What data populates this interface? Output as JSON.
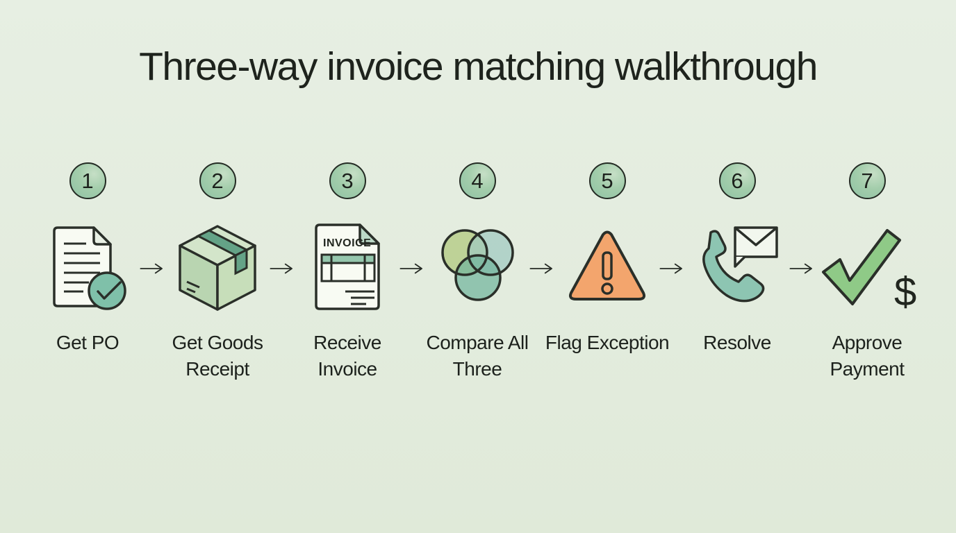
{
  "title": "Three-way invoice matching walkthrough",
  "steps": [
    {
      "number": "1",
      "label": "Get PO",
      "icon": "po-document-with-check"
    },
    {
      "number": "2",
      "label": "Get Goods Receipt",
      "icon": "goods-box"
    },
    {
      "number": "3",
      "label": "Receive Invoice",
      "icon": "invoice-document"
    },
    {
      "number": "4",
      "label": "Compare All Three",
      "icon": "venn-three-circles"
    },
    {
      "number": "5",
      "label": "Flag Exception",
      "icon": "warning-triangle"
    },
    {
      "number": "6",
      "label": "Resolve",
      "icon": "phone-and-envelope"
    },
    {
      "number": "7",
      "label": "Approve Payment",
      "icon": "check-with-dollar"
    }
  ],
  "invoice_icon_text": "INVOICE",
  "dollar_sign": "$",
  "colors": {
    "background": "#e3ecde",
    "ink": "#1e231d",
    "badge_green": "#9ecba9",
    "paper": "#f8fbf3",
    "box_top": "#d3e5ca",
    "box_left": "#b9d5b1",
    "box_right": "#c7deba",
    "tape_green": "#64a387",
    "table_header_green": "#95c7ad",
    "venn_left": "#aec87c",
    "venn_right": "#9fc9c1",
    "venn_bottom": "#72b49c",
    "warning_orange": "#f3a56d",
    "phone_teal": "#8dc5b2",
    "check_green": "#8fca87"
  }
}
